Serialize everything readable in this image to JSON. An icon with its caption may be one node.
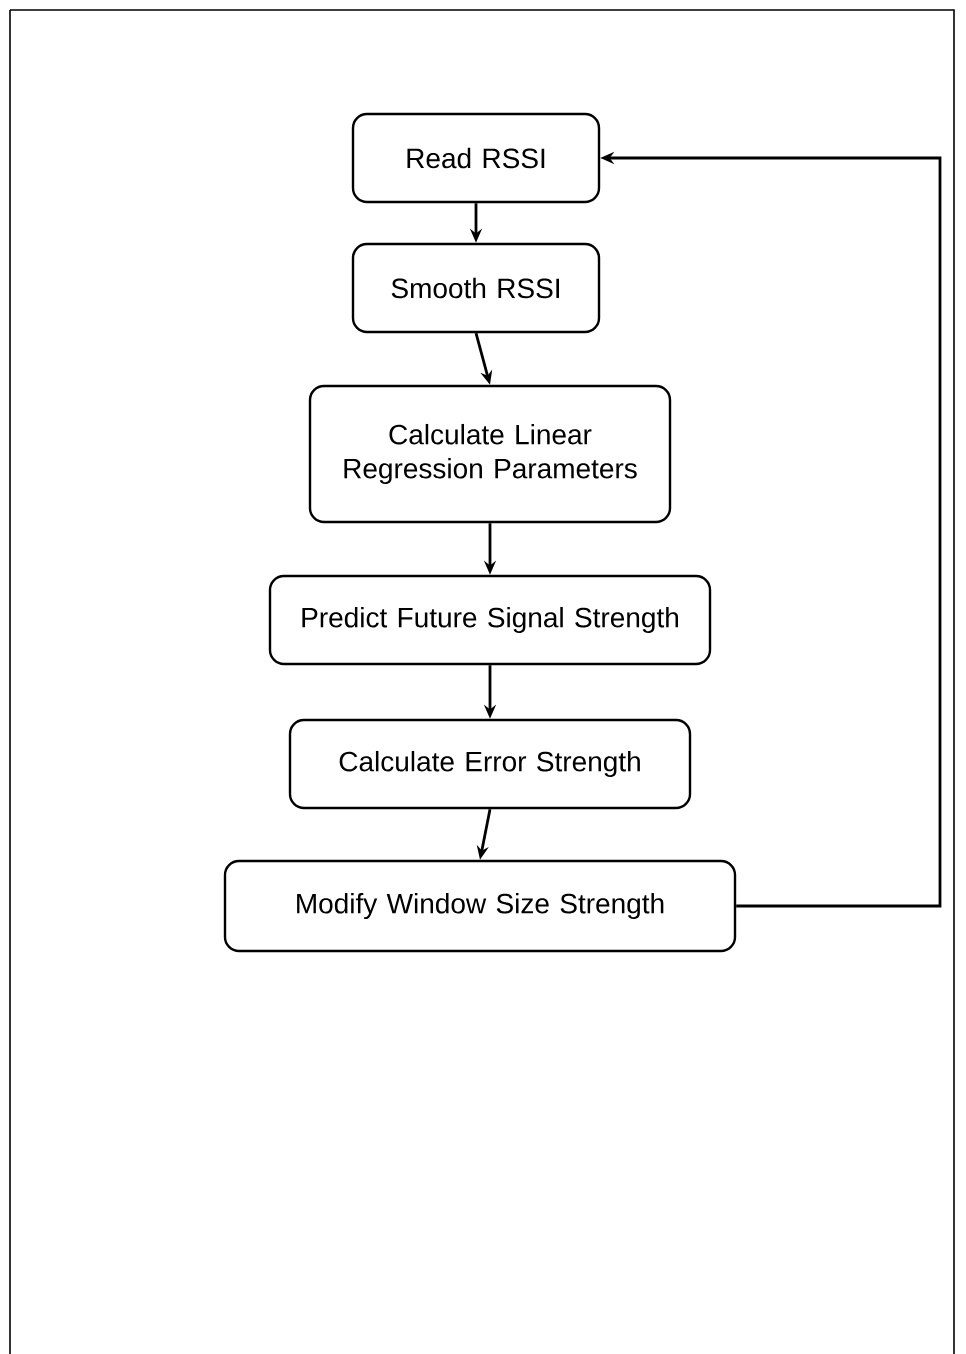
{
  "diagram": {
    "nodes": [
      {
        "text": [
          "Read RSSI"
        ]
      },
      {
        "text": [
          "Smooth RSSI"
        ]
      },
      {
        "text": [
          "Calculate Linear Regression Parameters"
        ]
      },
      {
        "text": [
          "Predict Future Signal Strength"
        ]
      },
      {
        "text": [
          "Calculate Error Strength"
        ]
      },
      {
        "text": [
          "Modify Window Size Strength"
        ]
      }
    ],
    "edges": [
      {
        "from": 0,
        "to": 1,
        "arrow": "to"
      },
      {
        "from": 1,
        "to": 2,
        "arrow": "to"
      },
      {
        "from": 2,
        "to": 3,
        "arrow": "to"
      },
      {
        "from": 3,
        "to": 4,
        "arrow": "to"
      },
      {
        "from": 4,
        "to": 5,
        "arrow": "to"
      },
      {
        "from": 5,
        "to": 0,
        "arrow": "to"
      }
    ]
  }
}
